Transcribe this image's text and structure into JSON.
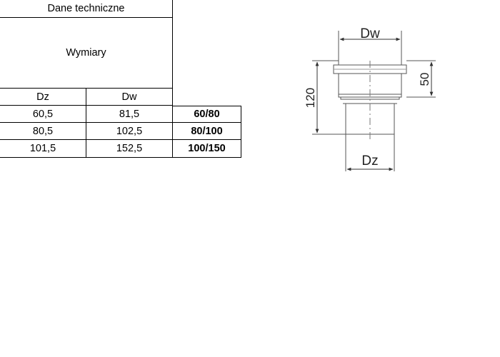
{
  "table": {
    "title": "Dane techniczne",
    "group_header": "Wymiary",
    "columns": [
      "Dz",
      "Dw"
    ],
    "rows": [
      {
        "dz": "60,5",
        "dw": "81,5",
        "size": "60/80"
      },
      {
        "dz": "80,5",
        "dw": "102,5",
        "size": "80/100"
      },
      {
        "dz": "101,5",
        "dw": "152,5",
        "size": "100/150"
      }
    ]
  },
  "drawing": {
    "label_dw": "Dw",
    "label_dz": "Dz",
    "label_height_total": "120",
    "label_height_upper": "50"
  }
}
